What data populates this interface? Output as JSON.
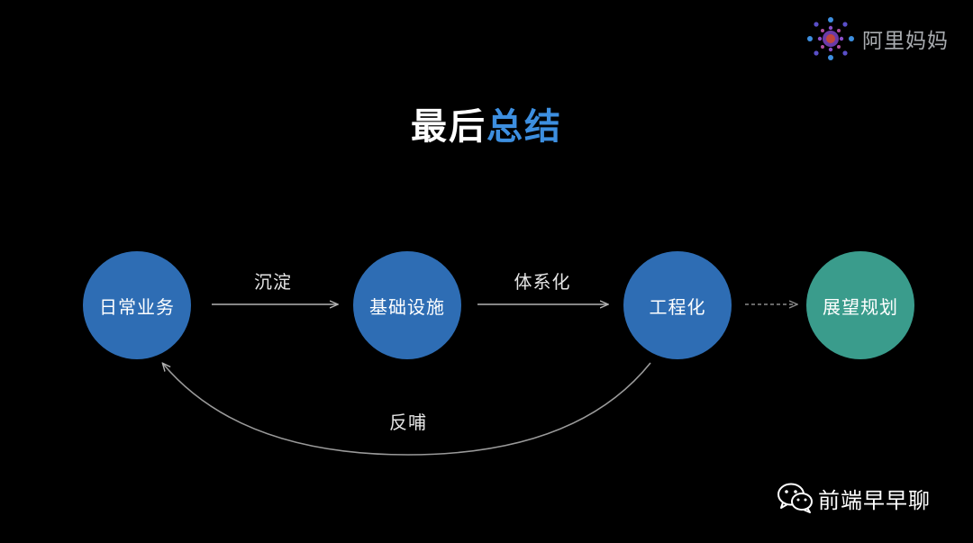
{
  "logo": {
    "text": "阿里妈妈",
    "icon": "alimama-logo-icon"
  },
  "title": {
    "part1": "最后",
    "part2": "总结",
    "accent_color": "#3d8fe0"
  },
  "nodes": [
    {
      "label": "日常业务",
      "color": "#2e6db4"
    },
    {
      "label": "基础设施",
      "color": "#2e6db4"
    },
    {
      "label": "工程化",
      "color": "#2e6db4"
    },
    {
      "label": "展望规划",
      "color": "#3a9c8c"
    }
  ],
  "edges": [
    {
      "label": "沉淀",
      "style": "solid"
    },
    {
      "label": "体系化",
      "style": "solid"
    },
    {
      "label": "",
      "style": "dashed"
    },
    {
      "label": "反哺",
      "style": "curved"
    }
  ],
  "footer": {
    "text": "前端早早聊",
    "icon": "wechat-icon"
  }
}
